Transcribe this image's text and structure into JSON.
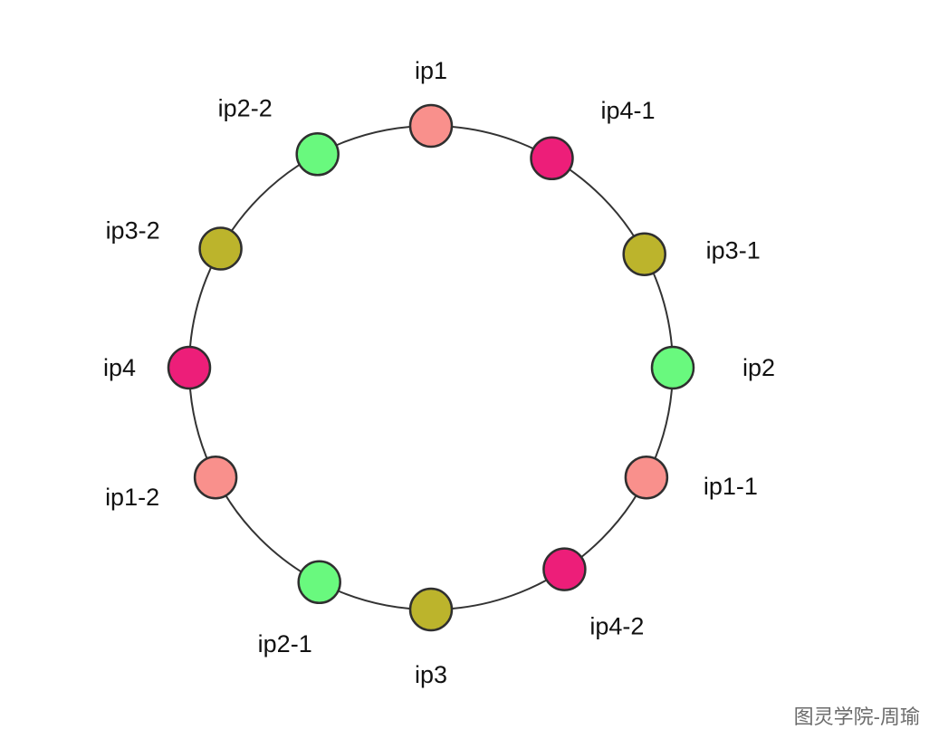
{
  "diagram": {
    "type": "consistent-hash-ring",
    "ring_stroke": "#333333",
    "node_stroke": "#2f2f2f",
    "label_color": "#111111",
    "nodes": [
      {
        "label": "ip1",
        "color": "#F9908C",
        "angle": -90
      },
      {
        "label": "ip4-1",
        "color": "#ED1E79",
        "angle": -60
      },
      {
        "label": "ip3-1",
        "color": "#BCB42C",
        "angle": -28
      },
      {
        "label": "ip2",
        "color": "#69F97E",
        "angle": 0
      },
      {
        "label": "ip1-1",
        "color": "#F9908C",
        "angle": 27
      },
      {
        "label": "ip4-2",
        "color": "#ED1E79",
        "angle": 56.5
      },
      {
        "label": "ip3",
        "color": "#BCB42C",
        "angle": 90
      },
      {
        "label": "ip2-1",
        "color": "#69F97E",
        "angle": 117.5
      },
      {
        "label": "ip1-2",
        "color": "#F9908C",
        "angle": 153
      },
      {
        "label": "ip4",
        "color": "#ED1E79",
        "angle": 180
      },
      {
        "label": "ip3-2",
        "color": "#BCB42C",
        "angle": 209.5
      },
      {
        "label": "ip2-2",
        "color": "#69F97E",
        "angle": 242
      }
    ]
  },
  "watermark": {
    "text": "图灵学院-周瑜"
  }
}
